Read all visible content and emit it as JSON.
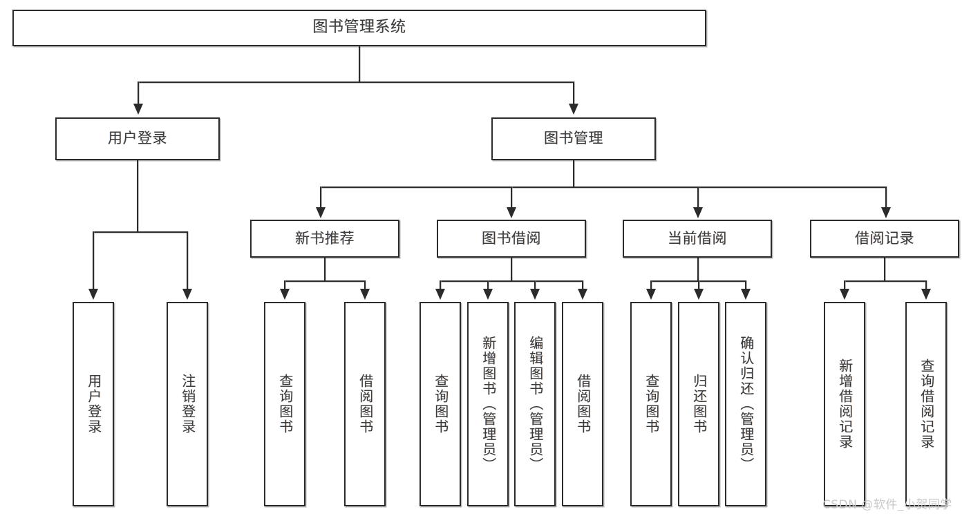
{
  "diagram": {
    "title": "图书管理系统",
    "type": "tree",
    "colors": {
      "box_border": "#2b2b2b",
      "box_fill": "#ffffff",
      "connector": "#2b2b2b",
      "text": "#3b3b3b",
      "watermark": "#c9c9c9",
      "background": "#ffffff"
    },
    "root": {
      "label": "图书管理系统"
    },
    "level2": [
      {
        "label": "用户登录"
      },
      {
        "label": "图书管理"
      }
    ],
    "level3": [
      {
        "label": "新书推荐"
      },
      {
        "label": "图书借阅"
      },
      {
        "label": "当前借阅"
      },
      {
        "label": "借阅记录"
      }
    ],
    "leaves": {
      "user_login": [
        {
          "label": "用户登录"
        },
        {
          "label": "注销登录"
        }
      ],
      "new_book_recommend": [
        {
          "label": "查询图书"
        },
        {
          "label": "借阅图书"
        }
      ],
      "book_borrow": [
        {
          "label": "查询图书"
        },
        {
          "label": "新增图书（管理员）"
        },
        {
          "label": "编辑图书（管理员）"
        },
        {
          "label": "借阅图书"
        }
      ],
      "current_borrow": [
        {
          "label": "查询图书"
        },
        {
          "label": "归还图书"
        },
        {
          "label": "确认归还（管理员）"
        }
      ],
      "borrow_record": [
        {
          "label": "新增借阅记录"
        },
        {
          "label": "查询借阅记录"
        }
      ]
    }
  },
  "watermark": {
    "text": "CSDN @软件_小贺同学"
  }
}
